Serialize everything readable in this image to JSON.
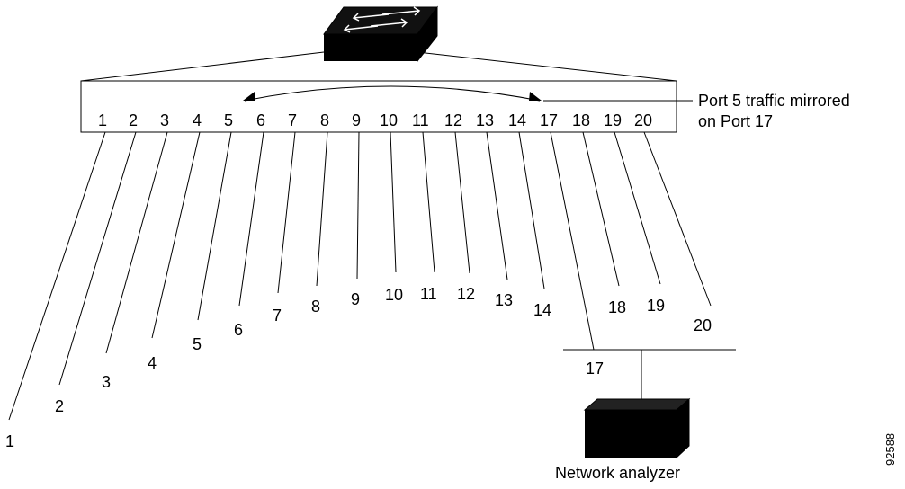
{
  "top_ports": [
    "1",
    "2",
    "3",
    "4",
    "5",
    "6",
    "7",
    "8",
    "9",
    "10",
    "11",
    "12",
    "13",
    "14",
    "17",
    "18",
    "19",
    "20"
  ],
  "end_labels": [
    "1",
    "2",
    "3",
    "4",
    "5",
    "6",
    "7",
    "8",
    "9",
    "10",
    "11",
    "12",
    "13",
    "14",
    "18",
    "19",
    "20",
    "17"
  ],
  "callout": {
    "line1": "Port 5 traffic mirrored",
    "line2": "on Port 17"
  },
  "analyzer_label": "Network analyzer",
  "figure_id": "92588",
  "icons": {
    "switch": "switch-icon",
    "analyzer": "network-analyzer-icon"
  },
  "colors": {
    "foreground": "#000000",
    "background": "#ffffff",
    "icon_fill": "#111111"
  }
}
